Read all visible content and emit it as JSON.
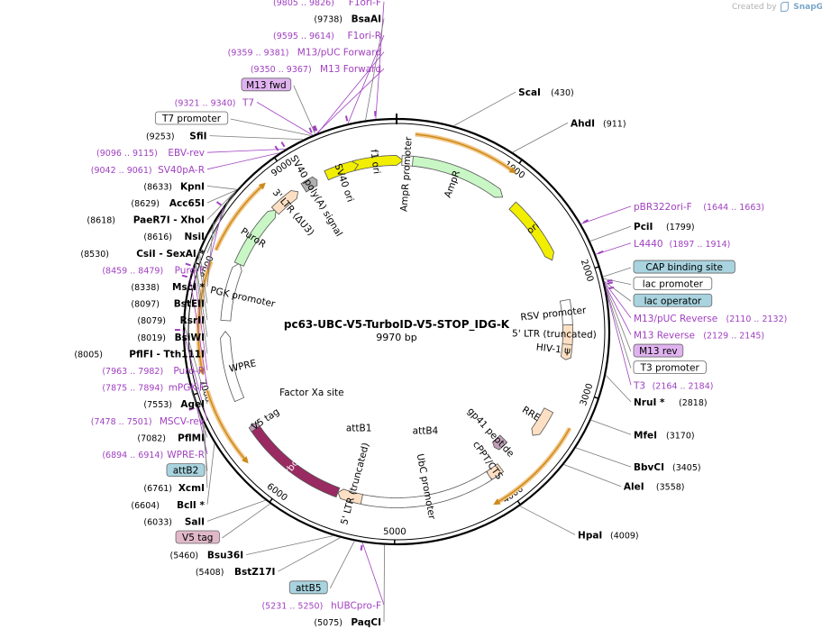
{
  "app": {
    "credit_prefix": "Created by",
    "credit_brand": "SnapGene"
  },
  "plasmid": {
    "name": "pc63-UBC-V5-TurboID-V5-STOP_IDG-K",
    "length": 9970,
    "length_label": "9970 bp"
  },
  "colors": {
    "primer": "#a040c0",
    "feature_label": "#000000",
    "backbone": "#000000",
    "leader": "#7a7a7a"
  },
  "ticks": [
    {
      "bp": 1000,
      "label": "1000"
    },
    {
      "bp": 2000,
      "label": "2000"
    },
    {
      "bp": 3000,
      "label": "3000"
    },
    {
      "bp": 4000,
      "label": "4000"
    },
    {
      "bp": 5000,
      "label": "5000"
    },
    {
      "bp": 6000,
      "label": "6000"
    },
    {
      "bp": 7000,
      "label": "7000"
    },
    {
      "bp": 8000,
      "label": "8000"
    },
    {
      "bp": 9000,
      "label": "9000"
    }
  ],
  "labels": [
    {
      "id": "bsaai",
      "type": "site",
      "name": "BsaAI",
      "pos": "(9738)",
      "bp": 9738
    },
    {
      "id": "f1ori-f",
      "type": "primer",
      "name": "F1ori-F",
      "pos": "(9805 .. 9826)",
      "bp": 9815
    },
    {
      "id": "scai",
      "type": "site",
      "name": "ScaI",
      "pos": "(430)",
      "bp": 430
    },
    {
      "id": "f1ori-r",
      "type": "primer",
      "name": "F1ori-R",
      "pos": "(9595 .. 9614)",
      "bp": 9605
    },
    {
      "id": "m13puc-fwd",
      "type": "primer",
      "name": "M13/pUC Forward",
      "pos": "(9359 .. 9381)",
      "bp": 9370
    },
    {
      "id": "m13-forward",
      "type": "primer",
      "name": "M13 Forward",
      "pos": "(9350 .. 9367)",
      "bp": 9358
    },
    {
      "id": "ahdi",
      "type": "site",
      "name": "AhdI",
      "pos": "(911)",
      "bp": 911
    },
    {
      "id": "m13-fwd-box",
      "type": "box",
      "name": "M13 fwd",
      "bp": 9350
    },
    {
      "id": "t7",
      "type": "primer",
      "name": "T7",
      "pos": "(9321 .. 9340)",
      "bp": 9330
    },
    {
      "id": "t7-promoter",
      "type": "box",
      "name": "T7 promoter",
      "bp": 9320
    },
    {
      "id": "sfii",
      "type": "site",
      "name": "SfiI",
      "pos": "(9253)",
      "bp": 9253
    },
    {
      "id": "ebv-rev",
      "type": "primer",
      "name": "EBV-rev",
      "pos": "(9096 .. 9115)",
      "bp": 9105
    },
    {
      "id": "sv40pa-r",
      "type": "primer",
      "name": "SV40pA-R",
      "pos": "(9042 .. 9061)",
      "bp": 9051
    },
    {
      "id": "pbr322ori-f",
      "type": "primer",
      "name": "pBR322ori-F",
      "pos": "(1644 .. 1663)",
      "bp": 1654
    },
    {
      "id": "pcii",
      "type": "site",
      "name": "PciI",
      "pos": "(1799)",
      "bp": 1799
    },
    {
      "id": "kpni",
      "type": "site",
      "name": "KpnI",
      "pos": "(8633)",
      "bp": 8633
    },
    {
      "id": "acc65i",
      "type": "site",
      "name": "Acc65I",
      "pos": "(8629)",
      "bp": 8629
    },
    {
      "id": "l4440",
      "type": "primer",
      "name": "L4440",
      "pos": "(1897 .. 1914)",
      "bp": 1905
    },
    {
      "id": "paer7i",
      "type": "site",
      "name": "PaeR7I - XhoI",
      "pos": "(8618)",
      "bp": 8618
    },
    {
      "id": "cap-binding",
      "type": "box",
      "name": "CAP binding site",
      "bp": 2080
    },
    {
      "id": "nsii",
      "type": "site",
      "name": "NsiI",
      "pos": "(8616)",
      "bp": 8616
    },
    {
      "id": "csii",
      "type": "site",
      "name": "CsiI - SexAI *",
      "pos": "(8530)",
      "bp": 8530
    },
    {
      "id": "lac-promoter",
      "type": "box",
      "name": "lac promoter",
      "bp": 2095
    },
    {
      "id": "puro-f",
      "type": "primer",
      "name": "Puro-F",
      "pos": "(8459 .. 8479)",
      "bp": 8469
    },
    {
      "id": "m13puc-rev",
      "type": "primer",
      "name": "M13/pUC Reverse",
      "pos": "(2110 .. 2132)",
      "bp": 2121
    },
    {
      "id": "msci",
      "type": "site",
      "name": "MscI *",
      "pos": "(8338)",
      "bp": 8338
    },
    {
      "id": "lac-operator",
      "type": "box",
      "name": "lac operator",
      "bp": 2115
    },
    {
      "id": "bsteii",
      "type": "site",
      "name": "BstEII",
      "pos": "(8097)",
      "bp": 8097
    },
    {
      "id": "m13-reverse",
      "type": "primer",
      "name": "M13 Reverse",
      "pos": "(2129 .. 2145)",
      "bp": 2137
    },
    {
      "id": "rsrii",
      "type": "site",
      "name": "RsrII",
      "pos": "(8079)",
      "bp": 8079
    },
    {
      "id": "m13-rev-box",
      "type": "box",
      "name": "M13 rev",
      "bp": 2140
    },
    {
      "id": "bsiwi",
      "type": "site",
      "name": "BsiWI",
      "pos": "(8019)",
      "bp": 8019
    },
    {
      "id": "t3",
      "type": "primer",
      "name": "T3",
      "pos": "(2164 .. 2184)",
      "bp": 2174
    },
    {
      "id": "pflfi",
      "type": "site",
      "name": "PflFI - Tth111I",
      "pos": "(8005)",
      "bp": 8005
    },
    {
      "id": "t3-promoter",
      "type": "box",
      "name": "T3 promoter",
      "bp": 2170
    },
    {
      "id": "puro-r",
      "type": "primer",
      "name": "Puro-R",
      "pos": "(7963 .. 7982)",
      "bp": 7972
    },
    {
      "id": "mpgk-f",
      "type": "primer",
      "name": "mPGK-F",
      "pos": "(7875 .. 7894)",
      "bp": 7884
    },
    {
      "id": "agei",
      "type": "site",
      "name": "AgeI",
      "pos": "(7553)",
      "bp": 7553
    },
    {
      "id": "msev-rev",
      "type": "primer",
      "name": "MSCV-rev",
      "pos": "(7478 .. 7501)",
      "bp": 7490
    },
    {
      "id": "nrui",
      "type": "site",
      "name": "NruI *",
      "pos": "(2818)",
      "bp": 2818
    },
    {
      "id": "pflmi",
      "type": "site",
      "name": "PflMI",
      "pos": "(7082)",
      "bp": 7082
    },
    {
      "id": "wpre-r",
      "type": "primer",
      "name": "WPRE-R",
      "pos": "(6894 .. 6914)",
      "bp": 6904
    },
    {
      "id": "mfei",
      "type": "site",
      "name": "MfeI",
      "pos": "(3170)",
      "bp": 3170
    },
    {
      "id": "attb2",
      "type": "box",
      "name": "attB2",
      "bp": 6800
    },
    {
      "id": "xcmi",
      "type": "site",
      "name": "XcmI",
      "pos": "(6761)",
      "bp": 6761
    },
    {
      "id": "bbvci",
      "type": "site",
      "name": "BbvCI",
      "pos": "(3405)",
      "bp": 3405
    },
    {
      "id": "bcli",
      "type": "site",
      "name": "BclI *",
      "pos": "(6604)",
      "bp": 6604
    },
    {
      "id": "alei",
      "type": "site",
      "name": "AleI",
      "pos": "(3558)",
      "bp": 3558
    },
    {
      "id": "sali",
      "type": "site",
      "name": "SalI",
      "pos": "(6033)",
      "bp": 6033
    },
    {
      "id": "v5-tag-box",
      "type": "box",
      "name": "V5 tag",
      "bp": 5990
    },
    {
      "id": "hpai",
      "type": "site",
      "name": "HpaI",
      "pos": "(4009)",
      "bp": 4009
    },
    {
      "id": "bsu36i",
      "type": "site",
      "name": "Bsu36I",
      "pos": "(5460)",
      "bp": 5460
    },
    {
      "id": "bstz17i",
      "type": "site",
      "name": "BstZ17I",
      "pos": "(5408)",
      "bp": 5408
    },
    {
      "id": "attb5",
      "type": "box",
      "name": "attB5",
      "bp": 5300
    },
    {
      "id": "hubcpro-f",
      "type": "primer",
      "name": "hUBCpro-F",
      "pos": "(5231 .. 5250)",
      "bp": 5240
    },
    {
      "id": "paqci",
      "type": "site",
      "name": "PaqCI",
      "pos": "(5075)",
      "bp": 5075
    }
  ],
  "features": [
    {
      "id": "f1-ori",
      "name": "f1 ori",
      "start": 9570,
      "end": 9970,
      "lane": 1,
      "color": "#f2ee00",
      "label_inside": true
    },
    {
      "id": "ampr-promoter",
      "name": "AmpR promoter",
      "start": 50,
      "end": 150,
      "lane": 1,
      "color": "#ffffff",
      "label_inside": false
    },
    {
      "id": "ampr",
      "name": "AmpR",
      "start": 150,
      "end": 1000,
      "lane": 1,
      "color": "#c8f7c5",
      "label_inside": false
    },
    {
      "id": "ori",
      "name": "ori",
      "start": 1180,
      "end": 1750,
      "lane": 1,
      "color": "#f2ee00",
      "label_inside": true
    },
    {
      "id": "rsv-promoter",
      "name": "RSV promoter",
      "start": 2200,
      "end": 2430,
      "lane": 1,
      "color": "#ffffff",
      "label_inside": false
    },
    {
      "id": "ltr-5-truncated-top",
      "name": "5' LTR (truncated)",
      "start": 2430,
      "end": 2610,
      "lane": 1,
      "color": "#fde0c4",
      "label_inside": false
    },
    {
      "id": "hiv-psi",
      "name": "HIV-1 ψ",
      "start": 2610,
      "end": 2730,
      "lane": 1,
      "color": "#fde0c4",
      "label_inside": false
    },
    {
      "id": "rre",
      "name": "RRE",
      "start": 3250,
      "end": 3480,
      "lane": 1,
      "color": "#fde0c4",
      "label_inside": false
    },
    {
      "id": "gp41",
      "name": "gp41 peptide",
      "start": 3740,
      "end": 3850,
      "lane": 2,
      "color": "#c0a0b8",
      "label_inside": false
    },
    {
      "id": "cppt",
      "name": "cPPT/CTS",
      "start": 3950,
      "end": 4070,
      "lane": 1,
      "color": "#fde0c4",
      "label_inside": false
    },
    {
      "id": "ubc-promoter",
      "name": "UbC promoter",
      "start": 4080,
      "end": 5300,
      "lane": 1,
      "color": "#ffffff",
      "label_inside": false
    },
    {
      "id": "ltr-5-truncated",
      "name": "5' LTR (truncated)",
      "start": 5310,
      "end": 5500,
      "lane": 1,
      "color": "#fde0c4",
      "label_inside": false
    },
    {
      "id": "turboid",
      "name": "TurboID",
      "start": 5540,
      "end": 6520,
      "lane": 1,
      "color": "#9a2a62",
      "label_inside": true
    },
    {
      "id": "v5-tag",
      "name": "V5 tag",
      "start": 6520,
      "end": 6560,
      "lane": 1,
      "color": "#c0a0b8",
      "label_inside": false
    },
    {
      "id": "wpre",
      "name": "WPRE",
      "start": 6830,
      "end": 7420,
      "lane": 1,
      "color": "#ffffff",
      "label_inside": false
    },
    {
      "id": "pgk-promoter",
      "name": "PGK promoter",
      "start": 7580,
      "end": 8070,
      "lane": 1,
      "color": "#ffffff",
      "label_inside": false
    },
    {
      "id": "puror",
      "name": "PuroR",
      "start": 8120,
      "end": 8670,
      "lane": 1,
      "color": "#c8f7c5",
      "label_inside": true
    },
    {
      "id": "ltr-3",
      "name": "3' LTR (ΔU3)",
      "start": 8720,
      "end": 8950,
      "lane": 1,
      "color": "#fde0c4",
      "label_inside": false
    },
    {
      "id": "sv40-pa",
      "name": "SV40 poly(A) signal",
      "start": 9060,
      "end": 9180,
      "lane": 1,
      "color": "#b0b0b0",
      "label_inside": false
    },
    {
      "id": "sv40-ori",
      "name": "SV40 ori",
      "start": 9300,
      "end": 9560,
      "lane": 1,
      "color": "#f2ee00",
      "label_inside": false
    }
  ],
  "inner_labels": [
    {
      "id": "factor-xa",
      "name": "Factor Xa site",
      "bp": 6450
    },
    {
      "id": "attb1",
      "name": "attB1",
      "bp": 5560
    },
    {
      "id": "attb4",
      "name": "attB4",
      "bp": 4550
    }
  ]
}
